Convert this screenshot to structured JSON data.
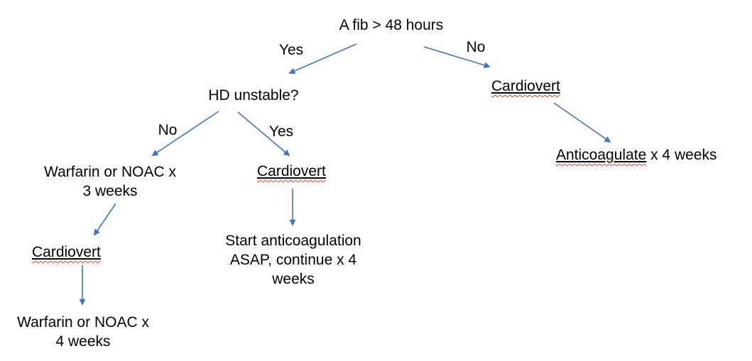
{
  "background": "#ffffff",
  "colors": {
    "arrow": "#4472C4",
    "text": "#000000",
    "spellcheck_red": "#E0442C"
  },
  "nodes": {
    "root": "A fib > 48 hours",
    "hd_unstable": "HD unstable?",
    "warfarin_3w": {
      "line1": "Warfarin or NOAC x",
      "line2": "3 weeks"
    },
    "cardiovert_left": "Cardiovert",
    "warfarin_4w": {
      "line1": "Warfarin or NOAC x",
      "line2": "4 weeks"
    },
    "cardiovert_mid": "Cardiovert",
    "start_anticoag": {
      "line1": "Start anticoagulation",
      "line2": "ASAP, continue x 4",
      "line3": "weeks"
    },
    "cardiovert_right": "Cardiovert",
    "anticoag_4w": {
      "misspelled": "Anticoagulate",
      "rest": " x 4 weeks"
    }
  },
  "edge_labels": {
    "root_yes": "Yes",
    "root_no": "No",
    "hd_no": "No",
    "hd_yes": "Yes"
  },
  "edges": [
    {
      "from": "A fib > 48 hours",
      "label": "Yes",
      "to": "HD unstable?"
    },
    {
      "from": "A fib > 48 hours",
      "label": "No",
      "to": "Cardiovert (right)"
    },
    {
      "from": "HD unstable?",
      "label": "No",
      "to": "Warfarin or NOAC x 3 weeks"
    },
    {
      "from": "HD unstable?",
      "label": "Yes",
      "to": "Cardiovert (middle)"
    },
    {
      "from": "Warfarin or NOAC x 3 weeks",
      "to": "Cardiovert (left)"
    },
    {
      "from": "Cardiovert (left)",
      "to": "Warfarin or NOAC x 4 weeks"
    },
    {
      "from": "Cardiovert (middle)",
      "to": "Start anticoagulation ASAP, continue x 4 weeks"
    },
    {
      "from": "Cardiovert (right)",
      "to": "Anticoagulate x 4 weeks"
    }
  ]
}
